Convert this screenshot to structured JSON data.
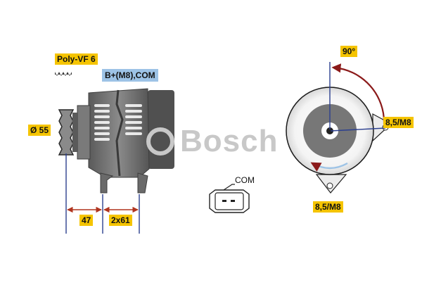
{
  "labels": {
    "pulley": "Poly-VF 6",
    "terminal": "B+(M8),COM",
    "diameter": "Ø 55",
    "dim_front": "47",
    "dim_mount": "2x61",
    "angle": "90°",
    "bolt_upper": "8,5/M8",
    "bolt_lower": "8,5/M8",
    "connector": "COM"
  },
  "brand": "BOSCH",
  "colors": {
    "tag_yellow": "#f5c400",
    "tag_blue": "#9dc3e6",
    "dimension_line": "#2b3f8f",
    "angle_arc": "#8b1a1a",
    "body_gray": "#6d6d6d",
    "watermark": "#c8c8c8"
  }
}
